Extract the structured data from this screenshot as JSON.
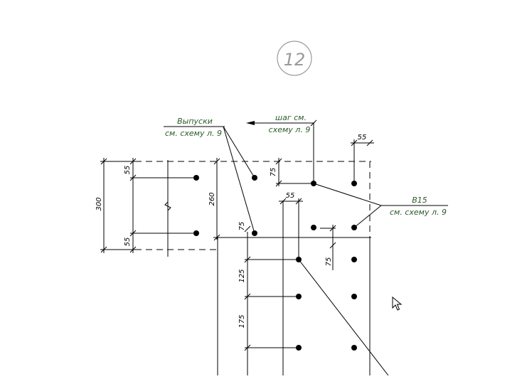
{
  "sheet": {
    "number": "12"
  },
  "callouts": {
    "outlets": {
      "line1": "Выпуски",
      "line2": "см. схему л. 9"
    },
    "step": {
      "line1": "шаг см.",
      "line2": "схему л. 9"
    },
    "bar": {
      "line1": "B15",
      "line2": "см. схему л. 9"
    }
  },
  "dimensions": {
    "d300": "300",
    "d260": "260",
    "d55_top": "55",
    "d55_bottom": "55",
    "d55_right": "55",
    "d55_mid": "55",
    "d75_upper": "75",
    "d75_mid": "75",
    "d75_right": "75",
    "d125": "125",
    "d175": "175"
  },
  "colors": {
    "note_text": "#2a5a2a",
    "lines": "#000000",
    "sheet_circle": "#9a9a9a"
  }
}
